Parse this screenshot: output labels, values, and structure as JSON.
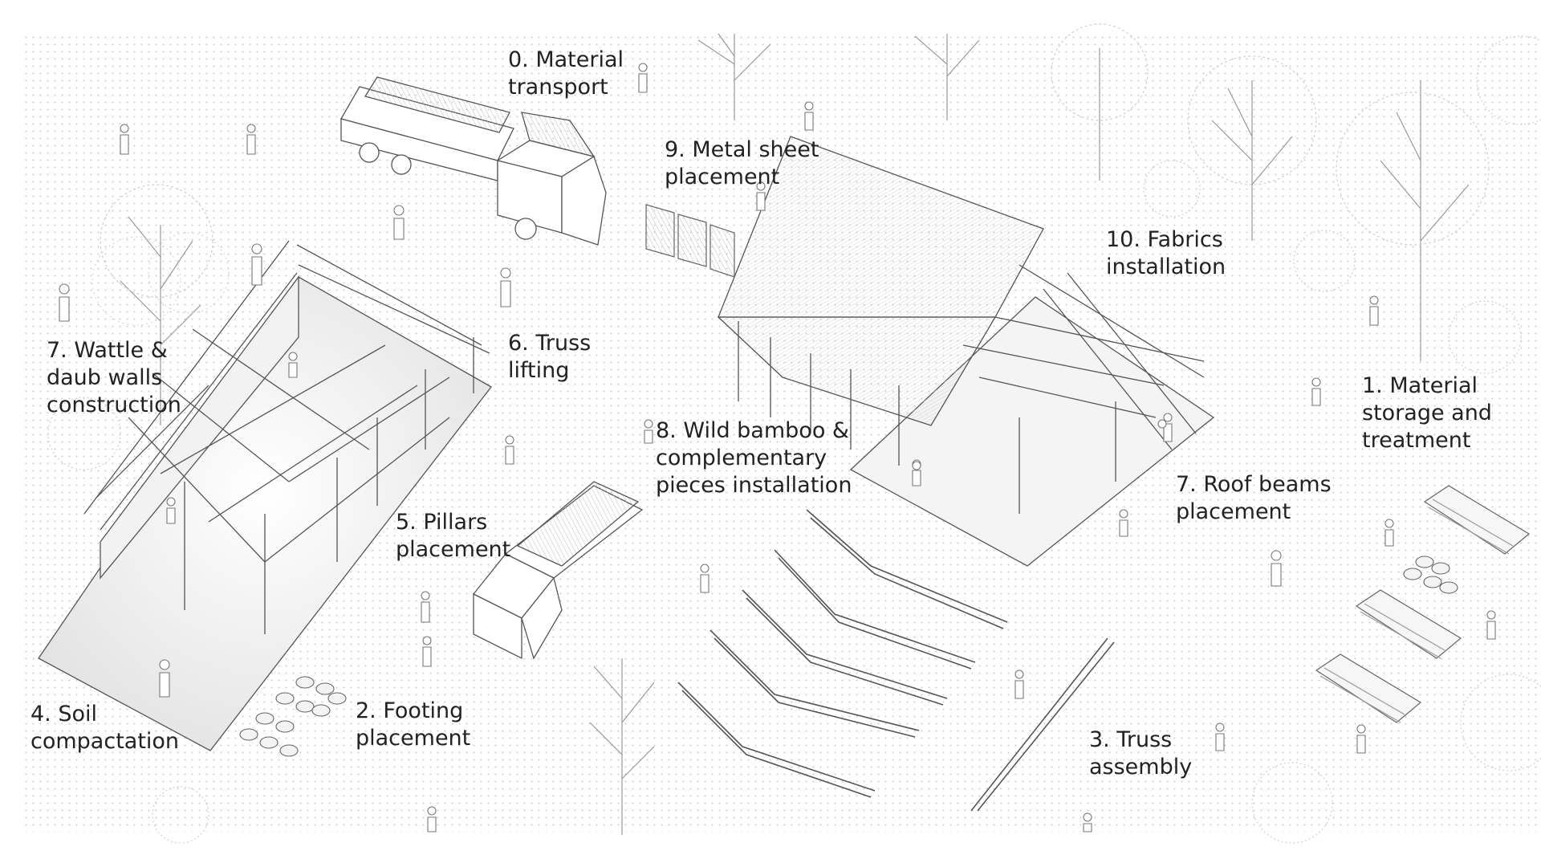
{
  "labels": [
    {
      "id": "step-0",
      "lines": [
        "0. Material",
        "transport"
      ]
    },
    {
      "id": "step-9",
      "lines": [
        "9. Metal sheet",
        "placement"
      ]
    },
    {
      "id": "step-10",
      "lines": [
        "10. Fabrics",
        "installation"
      ]
    },
    {
      "id": "step-7-walls",
      "lines": [
        "7. Wattle &",
        "daub walls",
        "construction"
      ]
    },
    {
      "id": "step-6",
      "lines": [
        "6. Truss",
        "lifting"
      ]
    },
    {
      "id": "step-8",
      "lines": [
        "8. Wild bamboo &",
        "complementary",
        "pieces installation"
      ]
    },
    {
      "id": "step-1",
      "lines": [
        "1. Material",
        "storage and",
        "treatment"
      ]
    },
    {
      "id": "step-5",
      "lines": [
        "5. Pillars",
        "placement"
      ]
    },
    {
      "id": "step-7-beams",
      "lines": [
        "7. Roof beams",
        "placement"
      ]
    },
    {
      "id": "step-4",
      "lines": [
        "4. Soil",
        "compactation"
      ]
    },
    {
      "id": "step-2",
      "lines": [
        "2. Footing",
        "placement"
      ]
    },
    {
      "id": "step-3",
      "lines": [
        "3. Truss",
        "assembly"
      ]
    }
  ]
}
